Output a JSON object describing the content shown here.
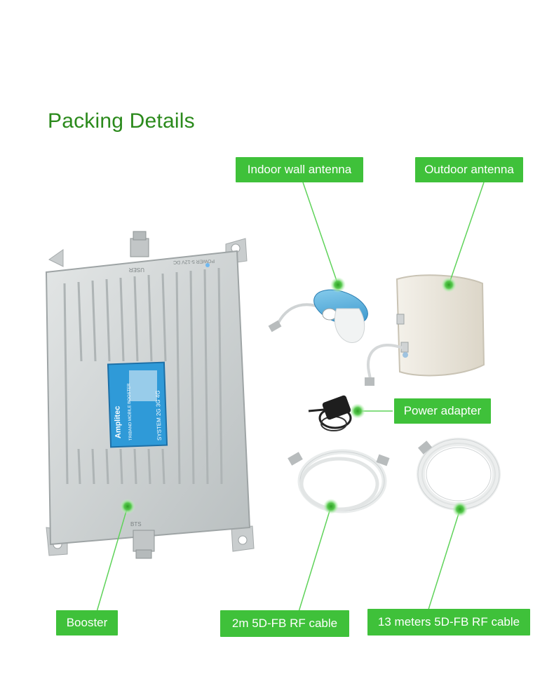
{
  "heading": "Packing Details",
  "labels": {
    "indoor": "Indoor wall antenna",
    "outdoor": "Outdoor antenna",
    "power": "Power adapter",
    "booster": "Booster",
    "cable2m": "2m 5D-FB RF cable",
    "cable13m": "13 meters 5D-FB RF cable"
  },
  "booster_panel": {
    "brand": "Amplitec",
    "subtitle": "TRIBAND MOBILE BOOSTER",
    "system_row": "SYSTEM  2G  3G  4G",
    "port_top": "USER",
    "port_bottom": "BTS",
    "power_text": "POWER 5-12V DC"
  },
  "colors": {
    "accent": "#3fc13a",
    "heading": "#2b8a1c",
    "leader_line": "#5fd35a"
  }
}
